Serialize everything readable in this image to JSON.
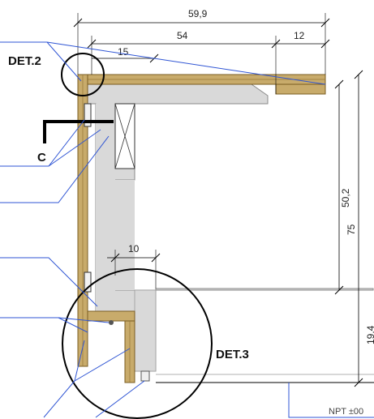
{
  "dimensions": {
    "d1": "59,9",
    "d2": "54",
    "d3": "12",
    "d4": "15",
    "d5": "10",
    "d6": "50,2",
    "d7": "75",
    "d8": "19,4"
  },
  "details": {
    "det2": "DET.2",
    "det3": "DET.3",
    "section": "C"
  },
  "reference": {
    "floor_level": "NPT ±00"
  },
  "colors": {
    "wood": "#c8ab6b",
    "wood_edge": "#7a5c22",
    "concrete": "#d9d9d9",
    "leader": "#2f55d4",
    "line": "#000000"
  }
}
